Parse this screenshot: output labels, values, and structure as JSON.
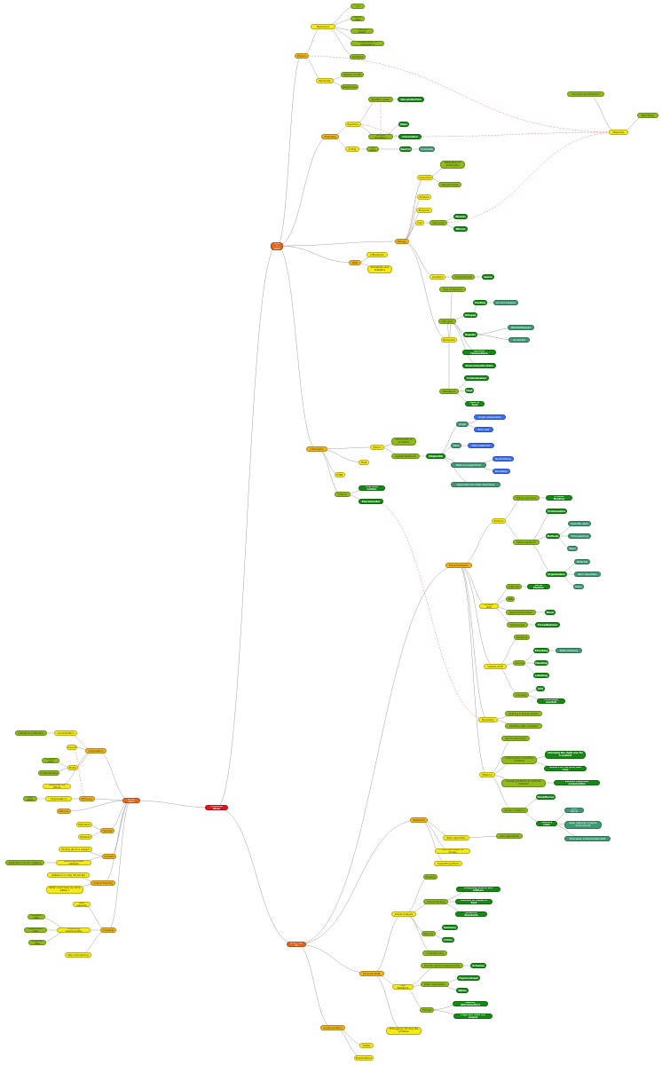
{
  "colors": {
    "root": "#e8141b",
    "level1": "#e8661c",
    "level2": "#f2b31b",
    "level3": "#f7ea14",
    "level4": "#8fbc1c",
    "level5": "#138a12",
    "level6": "#3e9a73",
    "level7": "#3b6df0",
    "link": "#777777",
    "cross_link": "#f08080"
  },
  "nodes": [
    {
      "id": "root",
      "label": "Practical Work",
      "level": "root"
    },
    {
      "id": "what_learn",
      "label": "What I learn",
      "level": "level1"
    },
    {
      "id": "what_can_do",
      "label": "What I can do",
      "level": "level1"
    },
    {
      "id": "what_i_use",
      "label": "What I use",
      "level": "level1"
    },
    {
      "id": "physics",
      "label": "Physics",
      "level": "level2"
    },
    {
      "id": "mechanics",
      "label": "Mechanics",
      "level": "level3"
    },
    {
      "id": "m_slide",
      "label": "Slide on ramp",
      "level": "level4"
    },
    {
      "id": "m_roll",
      "label": "Roll a ball",
      "level": "level4"
    },
    {
      "id": "m_free",
      "label": "Free fall height",
      "level": "level4"
    },
    {
      "id": "m_momentum",
      "label": "Conservation of momentum",
      "level": "level4"
    },
    {
      "id": "m_collision",
      "label": "Collisions",
      "level": "level4"
    },
    {
      "id": "electricity",
      "label": "Electricity",
      "level": "level3"
    },
    {
      "id": "e_circuits",
      "label": "Simple circuits",
      "level": "level4"
    },
    {
      "id": "e_resistance",
      "label": "Resistances",
      "level": "level4"
    },
    {
      "id": "chemistry",
      "label": "Chemistry",
      "level": "level2"
    },
    {
      "id": "c_reactions",
      "label": "Reactions",
      "level": "level3"
    },
    {
      "id": "c_reaction_speed",
      "label": "Reaction speed",
      "level": "level4"
    },
    {
      "id": "c_gas_production",
      "label": "Gas production",
      "level": "level5"
    },
    {
      "id": "c_product_formation",
      "label": "Product formation",
      "level": "level4"
    },
    {
      "id": "c_mass",
      "label": "Mass",
      "level": "level5"
    },
    {
      "id": "c_colouration",
      "label": "Colouration",
      "level": "level5"
    },
    {
      "id": "c_acidity",
      "label": "Acidity",
      "level": "level3"
    },
    {
      "id": "c_ph",
      "label": "pH value",
      "level": "level4"
    },
    {
      "id": "c_neutral",
      "label": "Neutral",
      "level": "level5"
    },
    {
      "id": "c_colorplate",
      "label": "Colorplate",
      "level": "level6"
    },
    {
      "id": "what_i_learn_sub",
      "label": "What I learn",
      "level": "level1"
    },
    {
      "id": "math",
      "label": "Math",
      "level": "level2"
    },
    {
      "id": "math_diff",
      "label": "Differential",
      "level": "level3"
    },
    {
      "id": "math_prob",
      "label": "Probability and Statistics",
      "level": "level3"
    },
    {
      "id": "biology",
      "label": "Biology",
      "level": "level2"
    },
    {
      "id": "b_glass",
      "label": "Glass/Vial",
      "level": "level3"
    },
    {
      "id": "b_replication",
      "label": "Replication of eukaryotes",
      "level": "level4"
    },
    {
      "id": "b_exchange",
      "label": "Gas exchange",
      "level": "level4"
    },
    {
      "id": "b_proteins",
      "label": "Proteins",
      "level": "level3"
    },
    {
      "id": "b_evolution",
      "label": "Evolution",
      "level": "level3"
    },
    {
      "id": "b_cell",
      "label": "Cell",
      "level": "level3"
    },
    {
      "id": "b_cell_cycle",
      "label": "Cell cycle",
      "level": "level4"
    },
    {
      "id": "b_meiosis",
      "label": "Meiosis",
      "level": "level5"
    },
    {
      "id": "b_mitosis",
      "label": "Mitosis",
      "level": "level5"
    },
    {
      "id": "b_genetics",
      "label": "Genetics",
      "level": "level3"
    },
    {
      "id": "b_chromosomes",
      "label": "Chromosomes",
      "level": "level4"
    },
    {
      "id": "b_genes",
      "label": "Genes",
      "level": "level5"
    },
    {
      "id": "bacteria",
      "label": "Bacterium",
      "level": "level3"
    },
    {
      "id": "bac_type",
      "label": "Type of bacteria",
      "level": "level4"
    },
    {
      "id": "bac_life",
      "label": "Life cycle",
      "level": "level4"
    },
    {
      "id": "bac_lifespan",
      "label": "Lifespan",
      "level": "level5"
    },
    {
      "id": "bac_feeding",
      "label": "Feeding",
      "level": "level5"
    },
    {
      "id": "bac_oxygen",
      "label": "Air and oxygens",
      "level": "level6"
    },
    {
      "id": "bac_regular",
      "label": "Regular",
      "level": "level5"
    },
    {
      "id": "bac_wanted",
      "label": "Wanted/Stopped",
      "level": "level6"
    },
    {
      "id": "bac_accidental",
      "label": "Accidental",
      "level": "level6"
    },
    {
      "id": "bac_optimal",
      "label": "Optimal temperature",
      "level": "level5"
    },
    {
      "id": "bac_environment",
      "label": "Environmental state",
      "level": "level5"
    },
    {
      "id": "bac_resistance",
      "label": "Resistance",
      "level": "level4"
    },
    {
      "id": "bac_contamination",
      "label": "Contamination",
      "level": "level5"
    },
    {
      "id": "bac_heat",
      "label": "Heat",
      "level": "level5"
    },
    {
      "id": "bac_food",
      "label": "Lack of food",
      "level": "level5"
    },
    {
      "id": "measures",
      "label": "Measures",
      "level": "level3"
    },
    {
      "id": "accuracy",
      "label": "Accuracy and Precision",
      "level": "level4"
    },
    {
      "id": "real_noise",
      "label": "Real Noise",
      "level": "level4"
    },
    {
      "id": "informatics",
      "label": "Informatics",
      "level": "level2"
    },
    {
      "id": "inf_python",
      "label": "Python",
      "level": "level3"
    },
    {
      "id": "inf_shell",
      "label": "Shell",
      "level": "level3"
    },
    {
      "id": "inf_html",
      "label": "HTML",
      "level": "level3"
    },
    {
      "id": "inf_intro",
      "label": "Introduction to programs",
      "level": "level4"
    },
    {
      "id": "inf_applied",
      "label": "Applied Notebook",
      "level": "level4"
    },
    {
      "id": "inf_matplotlib",
      "label": "Matplotlib",
      "level": "level5"
    },
    {
      "id": "inf_graph",
      "label": "Graph",
      "level": "level6"
    },
    {
      "id": "inf_graph_present",
      "label": "Graph presentation",
      "level": "level7"
    },
    {
      "id": "inf_error_calc",
      "label": "Error calc",
      "level": "level7"
    },
    {
      "id": "inf_table",
      "label": "Table",
      "level": "level6"
    },
    {
      "id": "inf_data_treatment",
      "label": "Data treatment",
      "level": "level7"
    },
    {
      "id": "inf_math_algo",
      "label": "Math and algorithms",
      "level": "level6"
    },
    {
      "id": "inf_randomising",
      "label": "Randomising",
      "level": "level7"
    },
    {
      "id": "inf_simulation",
      "label": "Simulation",
      "level": "level7"
    },
    {
      "id": "inf_other",
      "label": "Application for other disciplines",
      "level": "level6"
    },
    {
      "id": "arduino",
      "label": "Arduino",
      "level": "level4"
    },
    {
      "id": "ard_link",
      "label": "Link with python",
      "level": "level5"
    },
    {
      "id": "ard_thermo",
      "label": "Thermometer",
      "level": "level5"
    },
    {
      "id": "experimentation",
      "label": "Experimentation",
      "level": "level2"
    },
    {
      "id": "protocol",
      "label": "Protocol",
      "level": "level3"
    },
    {
      "id": "prot_follow",
      "label": "Follow a protocol",
      "level": "level4"
    },
    {
      "id": "prot_critical",
      "label": "Critical thinking",
      "level": "level5"
    },
    {
      "id": "prot_make",
      "label": "Make a protocol",
      "level": "level4"
    },
    {
      "id": "prot_problematics",
      "label": "Problematics",
      "level": "level5"
    },
    {
      "id": "prot_methods",
      "label": "Methods",
      "level": "level5"
    },
    {
      "id": "prot_quantity",
      "label": "Quantity used",
      "level": "level6"
    },
    {
      "id": "prot_time",
      "label": "Time planning",
      "level": "level6"
    },
    {
      "id": "prot_steps",
      "label": "Steps",
      "level": "level6"
    },
    {
      "id": "prot_organisation",
      "label": "Organisation",
      "level": "level5"
    },
    {
      "id": "prot_materials",
      "label": "Materials",
      "level": "level6"
    },
    {
      "id": "prot_work_rep",
      "label": "Work repartition",
      "level": "level6"
    },
    {
      "id": "prot_place",
      "label": "Place",
      "level": "level6"
    },
    {
      "id": "phys_stuff",
      "label": "Physics stuff",
      "level": "level3"
    },
    {
      "id": "ps_voltmeter",
      "label": "Voltmeter",
      "level": "level4"
    },
    {
      "id": "ps_serial",
      "label": "Serial Monitor",
      "level": "level5"
    },
    {
      "id": "ps_ebb",
      "label": "EBB",
      "level": "level4"
    },
    {
      "id": "ps_spectro",
      "label": "Spectrophotometer",
      "level": "level4"
    },
    {
      "id": "ps_block",
      "label": "Block",
      "level": "level5"
    },
    {
      "id": "ps_stroboscope",
      "label": "Stroboscope",
      "level": "level4"
    },
    {
      "id": "ps_thread",
      "label": "Threadbalance",
      "level": "level5"
    },
    {
      "id": "cell_stuff",
      "label": "Cellular stuff",
      "level": "level3"
    },
    {
      "id": "cs_sampling",
      "label": "Sampling",
      "level": "level4"
    },
    {
      "id": "cs_cloning",
      "label": "Cloning",
      "level": "level4"
    },
    {
      "id": "cs_streaking",
      "label": "Streaking",
      "level": "level5"
    },
    {
      "id": "cs_plate",
      "label": "Plate streaking",
      "level": "level6"
    },
    {
      "id": "cs_handling",
      "label": "Handling",
      "level": "level5"
    },
    {
      "id": "cs_labelling",
      "label": "Labelling",
      "level": "level5"
    },
    {
      "id": "cs_counting",
      "label": "Counting",
      "level": "level4"
    },
    {
      "id": "cs_cfu",
      "label": "CFU",
      "level": "level5"
    },
    {
      "id": "cs_coverslips",
      "label": "Coverslips counted",
      "level": "level5"
    },
    {
      "id": "necessary",
      "label": "Necessary",
      "level": "level3"
    },
    {
      "id": "nec_building",
      "label": "Building a simple system",
      "level": "level4"
    },
    {
      "id": "nec_interface",
      "label": "Interface with computer",
      "level": "level4"
    },
    {
      "id": "material",
      "label": "Material",
      "level": "level3"
    },
    {
      "id": "mat_use",
      "label": "Use Thermometer",
      "level": "level4"
    },
    {
      "id": "mat_critical",
      "label": "Critical point of existing material",
      "level": "level4"
    },
    {
      "id": "mat_right",
      "label": "Choosing the right one for a context",
      "level": "level5"
    },
    {
      "id": "mat_reflect",
      "label": "Reflect on the pros and cons",
      "level": "level5"
    },
    {
      "id": "mat_choosing",
      "label": "Choosing what to do with the material",
      "level": "level4"
    },
    {
      "id": "mat_limited",
      "label": "Limited Materials organisation",
      "level": "level5"
    },
    {
      "id": "mat_sterile",
      "label": "Sterile conditions",
      "level": "level4"
    },
    {
      "id": "mat_hood",
      "label": "Hood/Burner",
      "level": "level5"
    },
    {
      "id": "mat_sterility",
      "label": "Sterility rules",
      "level": "level5"
    },
    {
      "id": "mat_wash",
      "label": "Wash hands",
      "level": "level6"
    },
    {
      "id": "mat_keep",
      "label": "Keep material in sterile environment",
      "level": "level6"
    },
    {
      "id": "mat_trash",
      "label": "Trow away contaminated stuff",
      "level": "level6"
    },
    {
      "id": "teamwork",
      "label": "Teamwork",
      "level": "level2"
    },
    {
      "id": "tw_repartition",
      "label": "Work repartition",
      "level": "level3"
    },
    {
      "id": "tw_lab_org",
      "label": "Lab organisation",
      "level": "level4"
    },
    {
      "id": "tw_communication",
      "label": "Communication in groups",
      "level": "level3"
    },
    {
      "id": "tw_supporting",
      "label": "Supporting others",
      "level": "level3"
    },
    {
      "id": "personal_skills",
      "label": "Personal Skills",
      "level": "level2"
    },
    {
      "id": "article",
      "label": "Article Analysis",
      "level": "level3"
    },
    {
      "id": "art_reading",
      "label": "Reading",
      "level": "level4"
    },
    {
      "id": "art_critical",
      "label": "Critical thinking",
      "level": "level4"
    },
    {
      "id": "art_analysing",
      "label": "Analysing Source and Authors",
      "level": "level5"
    },
    {
      "id": "art_interest",
      "label": "Interest in research field",
      "level": "level5"
    },
    {
      "id": "art_scientific",
      "label": "Scientific Standards",
      "level": "level5"
    },
    {
      "id": "art_resume",
      "label": "Resume",
      "level": "level4"
    },
    {
      "id": "art_summary",
      "label": "Summary",
      "level": "level5"
    },
    {
      "id": "art_critics",
      "label": "Critics",
      "level": "level5"
    },
    {
      "id": "art_understanding",
      "label": "Understanding",
      "level": "level4"
    },
    {
      "id": "lab_notebook",
      "label": "Lab Notebook",
      "level": "level3"
    },
    {
      "id": "ln_precise",
      "label": "Precise report of experiments",
      "level": "level4"
    },
    {
      "id": "ln_schemas",
      "label": "Schemas",
      "level": "level5"
    },
    {
      "id": "ln_data_org",
      "label": "Data organisation",
      "level": "level4"
    },
    {
      "id": "ln_figures",
      "label": "Figures/Graph",
      "level": "level5"
    },
    {
      "id": "ln_tables",
      "label": "Tables",
      "level": "level5"
    },
    {
      "id": "ln_format",
      "label": "Format",
      "level": "level4"
    },
    {
      "id": "ln_names",
      "label": "Names, date/signature",
      "level": "level5"
    },
    {
      "id": "ln_pages",
      "label": "Page and data not erased",
      "level": "level5"
    },
    {
      "id": "debugging",
      "label": "Debugging / Finding the problem",
      "level": "level3"
    },
    {
      "id": "communication",
      "label": "Communication",
      "level": "level2"
    },
    {
      "id": "com_twitter",
      "label": "Twitter",
      "level": "level3"
    },
    {
      "id": "com_presentation",
      "label": "Presentations",
      "level": "level3"
    },
    {
      "id": "organisation",
      "label": "Organisation",
      "level": "level2"
    },
    {
      "id": "org_concentration",
      "label": "Concentration",
      "level": "level3"
    },
    {
      "id": "org_interest",
      "label": "Interest and Attention",
      "level": "level4"
    },
    {
      "id": "org_asap",
      "label": "A.S.A.P",
      "level": "level3"
    },
    {
      "id": "org_notes",
      "label": "Notes",
      "level": "level3"
    },
    {
      "id": "org_writing",
      "label": "Writing stuff",
      "level": "level4"
    },
    {
      "id": "org_understanding",
      "label": "Understanding",
      "level": "level4"
    },
    {
      "id": "org_supported",
      "label": "Supported by others",
      "level": "level3"
    },
    {
      "id": "efficiency",
      "label": "Efficiency",
      "level": "level2"
    },
    {
      "id": "eff_organisation",
      "label": "\"Organisation\"",
      "level": "level3"
    },
    {
      "id": "eff_lab_skills",
      "label": "Lab skills",
      "level": "level4"
    },
    {
      "id": "eff_patience",
      "label": "Patience",
      "level": "level2"
    },
    {
      "id": "feelings",
      "label": "Feelings",
      "level": "level2"
    },
    {
      "id": "feel_motivated",
      "label": "Motivated",
      "level": "level3"
    },
    {
      "id": "feel_stressed",
      "label": "Stressed",
      "level": "level3"
    },
    {
      "id": "curiosity",
      "label": "Curiosity",
      "level": "level2"
    },
    {
      "id": "cur_subject",
      "label": "Finding about a subject",
      "level": "level3"
    },
    {
      "id": "cur_exploring",
      "label": "Exploring known subjects",
      "level": "level3"
    },
    {
      "id": "cur_application",
      "label": "Application of info / digging",
      "level": "level4"
    },
    {
      "id": "critical_thinking",
      "label": "Critical Thinking",
      "level": "level2"
    },
    {
      "id": "ct_reflexion",
      "label": "Reflexion on why did we fail",
      "level": "level3"
    },
    {
      "id": "ct_better",
      "label": "What could have we done better ?",
      "level": "level3"
    },
    {
      "id": "creativity",
      "label": "Creativity",
      "level": "level2"
    },
    {
      "id": "cr_new",
      "label": "New subjects",
      "level": "level3"
    },
    {
      "id": "cr_proposing",
      "label": "Proposing solutions/idea",
      "level": "level3"
    },
    {
      "id": "cr_protocol",
      "label": "Protocol idea",
      "level": "level4"
    },
    {
      "id": "cr_experiment",
      "label": "Experiment idea",
      "level": "level4"
    },
    {
      "id": "cr_physical",
      "label": "Physical idea",
      "level": "level4"
    },
    {
      "id": "cr_ways",
      "label": "Way of proposing",
      "level": "level3"
    }
  ]
}
